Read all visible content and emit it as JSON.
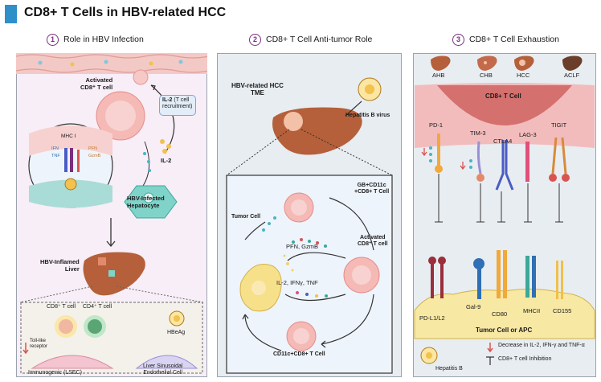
{
  "title": "CD8+ T Cells in HBV-related HCC",
  "colors": {
    "accent": "#2f8fc9",
    "number_ring": "#7b2d80",
    "panel1_bg": "#f7eef7",
    "panel2_bg": "#e8edf2",
    "panel3_bg": "#e8edf2",
    "cd8_cell": "#d9534f",
    "liver": "#b5603a"
  },
  "sections": [
    {
      "number": "1",
      "title": "Role in HBV Infection"
    },
    {
      "number": "2",
      "title": "CD8+ T Cell Anti-tumor Role"
    },
    {
      "number": "3",
      "title": "CD8+ T Cell Exhaustion"
    }
  ],
  "panel1": {
    "activated_label": "Activated\nCD8⁺ T cell",
    "il2_box_bold": "IL-2",
    "il2_box_rest": " (T cell\nrecruitment)",
    "il2_label": "IL-2",
    "mhc_label": "MHC I",
    "ifn_label": "IFN",
    "tnf_label": "TNF",
    "pfn_label": "PFN",
    "gzmb_label": "GzmB",
    "hbv_hepatocyte_label": "HBV-Infected\nHepatocyte",
    "liver_label": "HBV-Inflamed\nLiver",
    "cd8_label": "CD8⁺ T cell",
    "cd4_label": "CD4⁺ T cell",
    "hbeag_label": "HBeAg",
    "tlr_label": "Toll-like\nreceptor",
    "lsec_label": "Immunogenic (LSEC)",
    "lsec_long_label": "Liver Sinusoidal\nEndothelial Cell"
  },
  "panel2": {
    "tme_label": "HBV-related HCC\nTME",
    "virus_label": "Hepatitis B virus",
    "gb_label": "GB+CD11c\n+CD8+ T Cell",
    "tumor_label": "Tumor Cell",
    "pfn_gzmb_label": "PFN, GzmB",
    "activated_label": "Activated\nCD8⁺ T cell",
    "cytokine_label": "IL-2, IFNγ, TNF",
    "cd11c_label": "CD11c+CD8+ T Cell"
  },
  "panel3": {
    "stages": [
      "AHB",
      "CHB",
      "HCC",
      "ACLF"
    ],
    "cell_label": "CD8+ T Cell",
    "receptors": [
      "PD-1",
      "TIM-3",
      "CTLA4",
      "LAG-3",
      "TIGIT"
    ],
    "ligands": [
      "PD-L1/L2",
      "Gal-9",
      "CD80",
      "MHCII",
      "CD155"
    ],
    "tumor_label": "Tumor Cell or APC",
    "legend_decrease": "Decrease in IL-2, IFN-γ and TNF-α",
    "legend_inhibition": "CD8+ T cell Inhibition",
    "virus_label": "Hepatitis B"
  }
}
